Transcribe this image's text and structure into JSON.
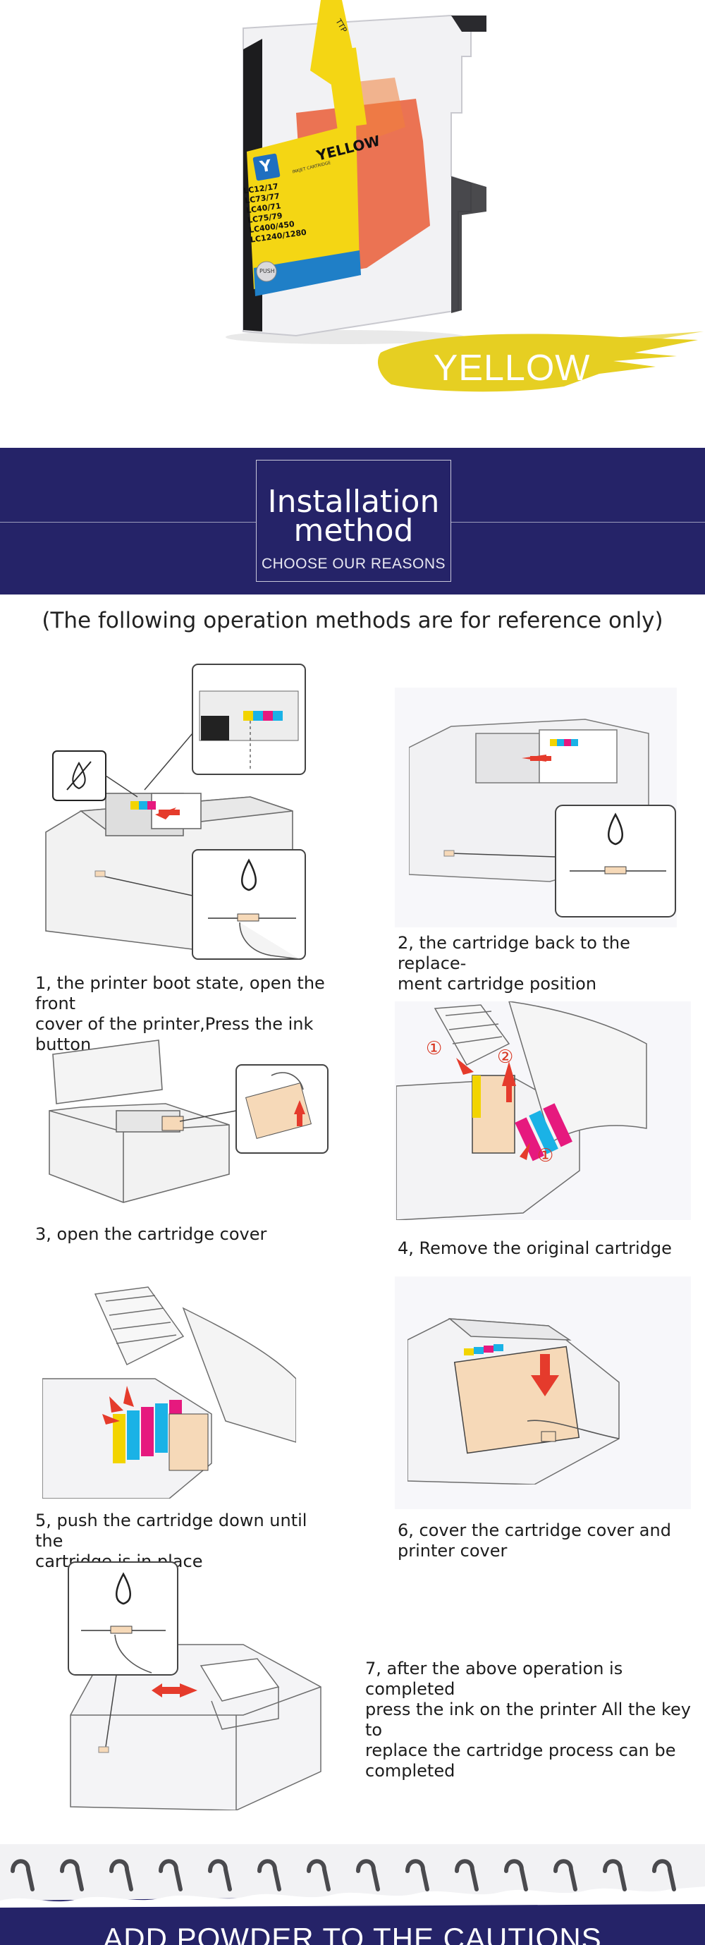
{
  "hero": {
    "cartridge": {
      "color_letter": "Y",
      "color_name": "YELLOW",
      "model_list": [
        "LC12/17",
        "LC73/77",
        "LC40/71",
        "LC75/79",
        "LC400/450",
        "LC1240/1280"
      ],
      "push_label": "PUSH",
      "tab_text": "TTP",
      "small_print": "INKJET CARTRIDGE"
    },
    "brush_label": "YELLOW",
    "brush_color": "#e6cf22"
  },
  "banner": {
    "title_line1": "Installation",
    "title_line2": "method",
    "subtitle": "CHOOSE OUR REASONS",
    "background": "#252368"
  },
  "note": "(The following operation methods are for reference only)",
  "steps": [
    {
      "caption": [
        "1, the printer boot state, open the front",
        "cover of the printer,Press the ink button"
      ]
    },
    {
      "caption": [
        "2, the cartridge back to the replace-",
        "ment cartridge position"
      ]
    },
    {
      "caption": [
        "3, open the cartridge cover"
      ]
    },
    {
      "caption": [
        "4, Remove the original cartridge"
      ]
    },
    {
      "caption": [
        "5, push the cartridge down until the",
        "cartridge is in place"
      ]
    },
    {
      "caption": [
        "6, cover the cartridge cover and",
        "printer cover"
      ]
    },
    {
      "caption": [
        "7, after the above operation is completed",
        "press the ink on the printer All the key to",
        "replace the cartridge process can be",
        "completed"
      ]
    }
  ],
  "step4_markers": [
    "①",
    "②",
    "①"
  ],
  "footer": {
    "title": "ADD POWDER TO THE CAUTIONS",
    "background": "#252368"
  }
}
